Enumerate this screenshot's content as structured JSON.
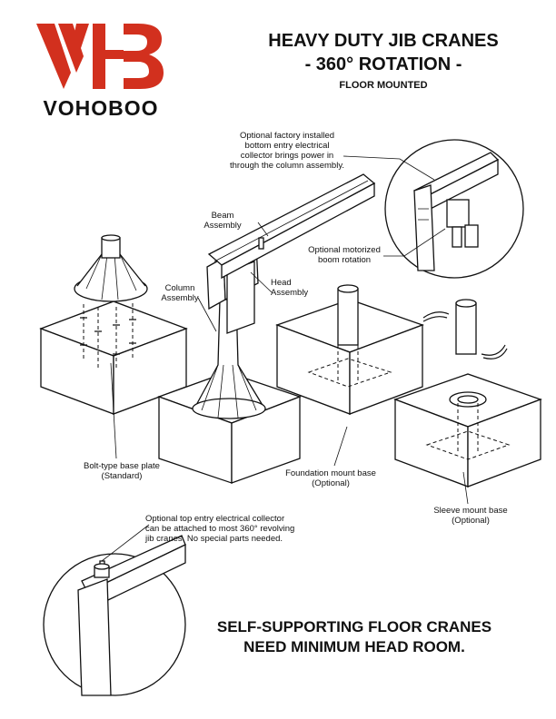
{
  "brand": {
    "name": "VOHOBOO",
    "accent": "#d2301e"
  },
  "header": {
    "title_line1": "HEAVY DUTY JIB CRANES",
    "title_line2": "- 360° ROTATION -",
    "subtitle": "FLOOR MOUNTED"
  },
  "callouts": {
    "collector_bottom": "Optional factory installed\nbottom entry electrical\ncollector brings power in\nthrough the column assembly.",
    "beam": "Beam\nAssembly",
    "motorized": "Optional motorized\nboom rotation",
    "column": "Column\nAssembly",
    "head": "Head\nAssembly",
    "bolt_base": "Bolt-type base plate\n(Standard)",
    "foundation_base": "Foundation mount base\n(Optional)",
    "sleeve_base": "Sleeve mount base\n(Optional)",
    "collector_top": "Optional top entry electrical collector\ncan be attached to most 360° revolving\njib cranes.  No special parts needed."
  },
  "footer": {
    "line1": "SELF-SUPPORTING FLOOR CRANES",
    "line2": "NEED MINIMUM HEAD ROOM."
  }
}
